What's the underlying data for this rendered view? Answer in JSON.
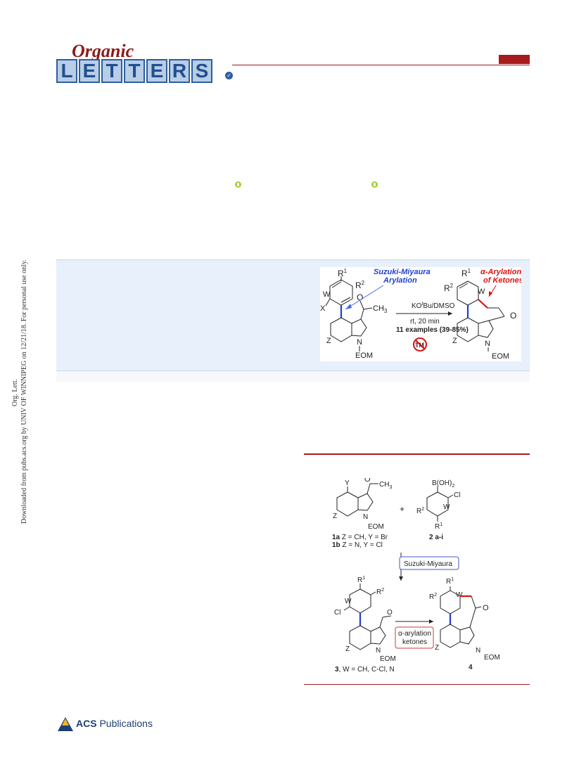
{
  "journal": {
    "logo_script": "Organic",
    "logo_letters": [
      "L",
      "E",
      "T",
      "T",
      "E",
      "R",
      "S"
    ]
  },
  "side_notice": {
    "line1": "Downloaded from pubs.acs.org by UNIV OF WINNIPEG on 12/21/18. For personal use only.",
    "line2": "Org. Lett."
  },
  "toc_graphic": {
    "annotation_suzuki_line1": "Suzuki-Miyaura",
    "annotation_suzuki_line2": "Arylation",
    "annotation_alpha_line1": "α-Arylation",
    "annotation_alpha_line2": "of Ketones",
    "reagent": "KO",
    "reagent_super": "t",
    "reagent_rest": "Bu/DMSO",
    "conditions": "rt, 20 min",
    "examples": "11 examples (39-85%)",
    "tm_label": "TM",
    "labels": {
      "r1": "R",
      "r1_sup": "1",
      "r2": "R",
      "r2_sup": "2",
      "w": "W",
      "x": "X",
      "z": "Z",
      "n": "N",
      "eom": "EOM",
      "o": "O",
      "ch3": "CH",
      "ch3_sub": "3"
    },
    "colors": {
      "suzuki": "#1f3fd1",
      "alpha": "#e01010",
      "bond_blue": "#1f3fd1"
    }
  },
  "scheme": {
    "labels": {
      "o": "O",
      "ch3": "CH",
      "ch3_sub": "3",
      "y": "Y",
      "z": "Z",
      "n": "N",
      "eom": "EOM",
      "boh2": "B(OH)",
      "boh2_sub": "2",
      "cl": "Cl",
      "w": "W",
      "r1": "R",
      "r1_sup": "1",
      "r2": "R",
      "r2_sup": "2",
      "plus": "+"
    },
    "compound_1a_bold": "1a",
    "compound_1a_text": " Z = CH, Y = Br",
    "compound_1b_bold": "1b",
    "compound_1b_text": " Z = N, Y = Cl",
    "compound_2": "2 a-i",
    "step1_label": "Suzuki-Miyaura",
    "step2_label_line1": "α-arylation",
    "step2_label_line2": "ketones",
    "compound_3_bold": "3",
    "compound_3_text": ", W = CH, C-Cl, N",
    "compound_4": "4",
    "colors": {
      "step1_border": "#3c5bc4",
      "step2_border": "#d23a3a",
      "blue_bond": "#1f3fd1",
      "red_bond": "#d41414"
    }
  },
  "footer": {
    "publisher_bold": "ACS",
    "publisher_rest": " Publications"
  }
}
